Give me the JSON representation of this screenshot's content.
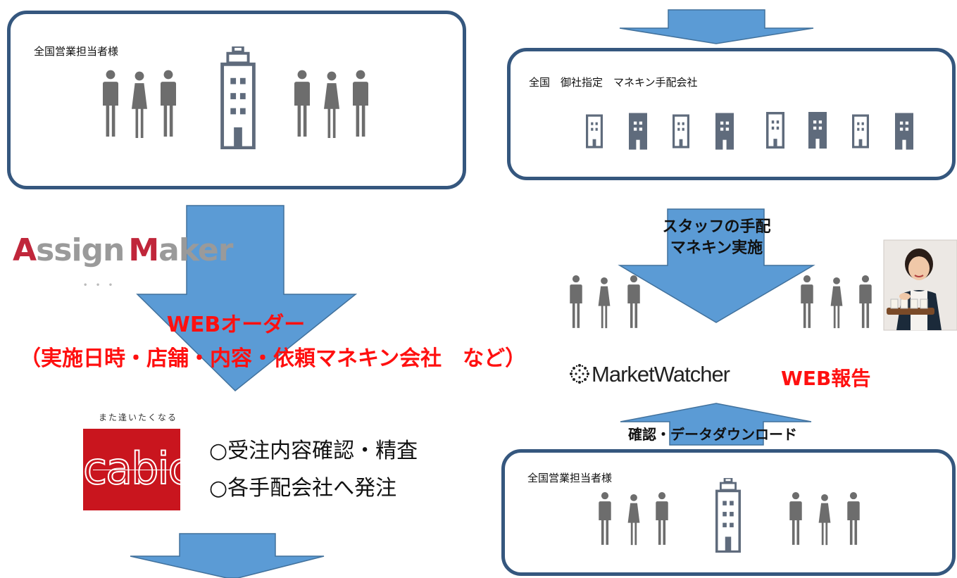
{
  "left": {
    "top_box_label": "全国営業担当者様",
    "assign_logo": {
      "word1_initial": "A",
      "word1_rest": "ssign",
      "word2_initial": "M",
      "word2_rest": "aker"
    },
    "order_title": "WEBオーダー",
    "order_detail": "（実施日時・店舗・内容・依頼マネキン会社　など）",
    "cabic_tagline": "また逢いたくなる",
    "cabic_logo_text": "cabic",
    "tasks": [
      "○受注内容確認・精査",
      "○各手配会社へ発注"
    ]
  },
  "right": {
    "top_box_label": "全国　御社指定　マネキン手配会社",
    "arrow_text_line1": "スタッフの手配",
    "arrow_text_line2": "マネキン実施",
    "marketwatcher_logo": "MarketWatcher",
    "web_report": "WEB報告",
    "download_label_part1": "確認・",
    "download_label_part2": "データダウン",
    "download_label_part3": "ロード",
    "bottom_box_label": "全国営業担当者様"
  },
  "colors": {
    "box_border": "#35577e",
    "arrow_fill": "#5b9bd5",
    "arrow_stroke": "#41719c",
    "icon_gray": "#6d6d6d",
    "building_gray": "#5f6b7c",
    "accent_red": "#ff1010",
    "cabic_red": "#c9151e"
  }
}
